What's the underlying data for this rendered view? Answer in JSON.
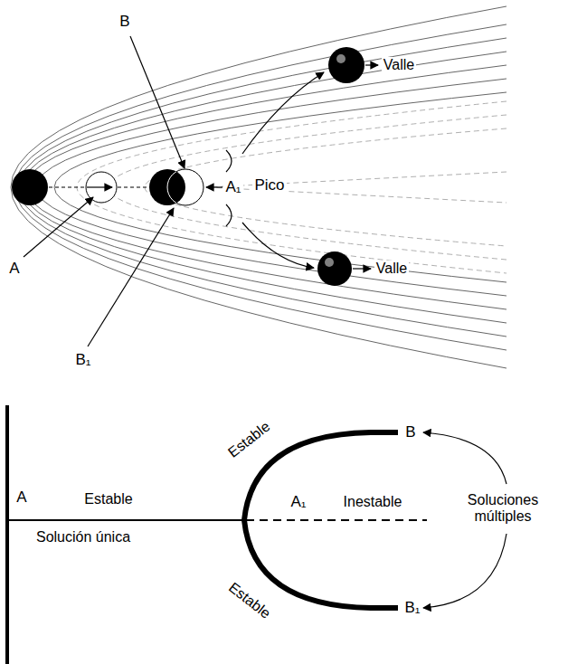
{
  "diagram": {
    "labels": [
      "B",
      "A₁",
      "Pico",
      "Valle",
      "Valle",
      "A",
      "B₁",
      "A",
      "Estable",
      "Solución única",
      "Estable",
      "A₁",
      "Inestable",
      "B",
      "Soluciones múltiples",
      "Estable",
      "B₁"
    ]
  }
}
